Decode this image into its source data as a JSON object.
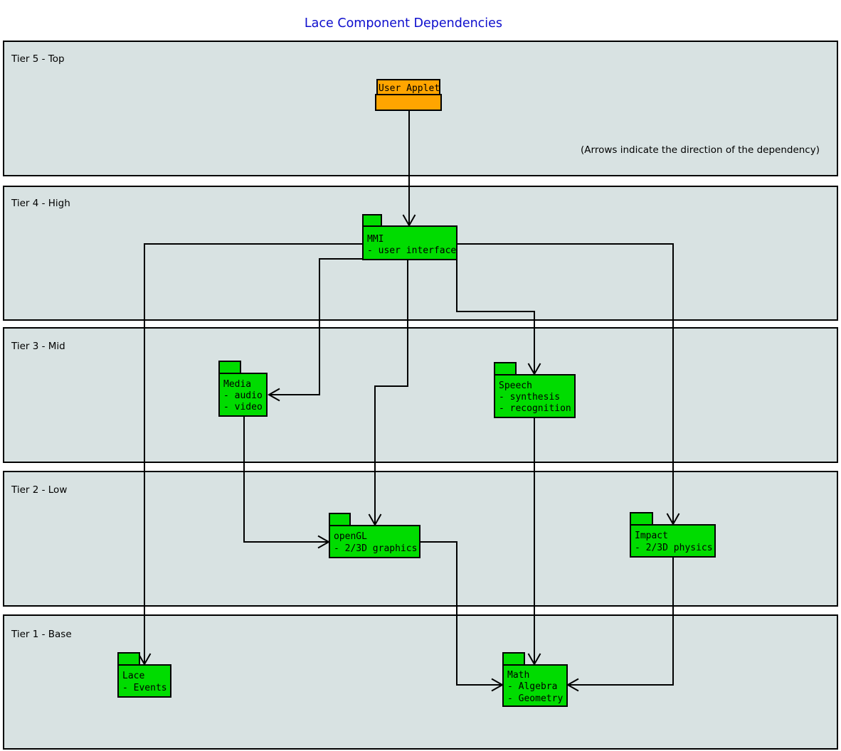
{
  "title": "Lace Component Dependencies",
  "note": "(Arrows indicate the direction of the dependency)",
  "tiers": [
    {
      "label": "Tier 5 - Top"
    },
    {
      "label": "Tier 4 - High"
    },
    {
      "label": "Tier 3 - Mid"
    },
    {
      "label": "Tier 2 - Low"
    },
    {
      "label": "Tier 1 - Base"
    }
  ],
  "components": {
    "user_applet": {
      "title": "User Applet",
      "tier": "Tier 5 - Top"
    },
    "mmi": {
      "title": "MMI",
      "details": [
        "- user interface"
      ],
      "tier": "Tier 4 - High"
    },
    "media": {
      "title": "Media",
      "details": [
        "- audio",
        "- video"
      ],
      "tier": "Tier 3 - Mid"
    },
    "speech": {
      "title": "Speech",
      "details": [
        "- synthesis",
        "- recognition"
      ],
      "tier": "Tier 3 - Mid"
    },
    "opengl": {
      "title": "openGL",
      "details": [
        "- 2/3D graphics"
      ],
      "tier": "Tier 2 - Low"
    },
    "impact": {
      "title": "Impact",
      "details": [
        "- 2/3D physics"
      ],
      "tier": "Tier 2 - Low"
    },
    "lace": {
      "title": "Lace",
      "details": [
        "- Events"
      ],
      "tier": "Tier 1 - Base"
    },
    "math": {
      "title": "Math",
      "details": [
        "- Algebra",
        "- Geometry"
      ],
      "tier": "Tier 1 - Base"
    }
  },
  "edges": [
    {
      "from": "User Applet",
      "to": "MMI"
    },
    {
      "from": "MMI",
      "to": "Media"
    },
    {
      "from": "MMI",
      "to": "openGL"
    },
    {
      "from": "MMI",
      "to": "Speech"
    },
    {
      "from": "MMI",
      "to": "Impact"
    },
    {
      "from": "MMI",
      "to": "Lace"
    },
    {
      "from": "Media",
      "to": "openGL"
    },
    {
      "from": "Speech",
      "to": "Math"
    },
    {
      "from": "openGL",
      "to": "Math"
    },
    {
      "from": "Impact",
      "to": "Math"
    }
  ],
  "colors": {
    "title_blue": "#0d0dcd",
    "component_green": "#00dc00",
    "applet_orange": "#ffa500",
    "tier_fill": "#d8e2e2",
    "line_black": "#000000",
    "background": "#ffffff"
  }
}
